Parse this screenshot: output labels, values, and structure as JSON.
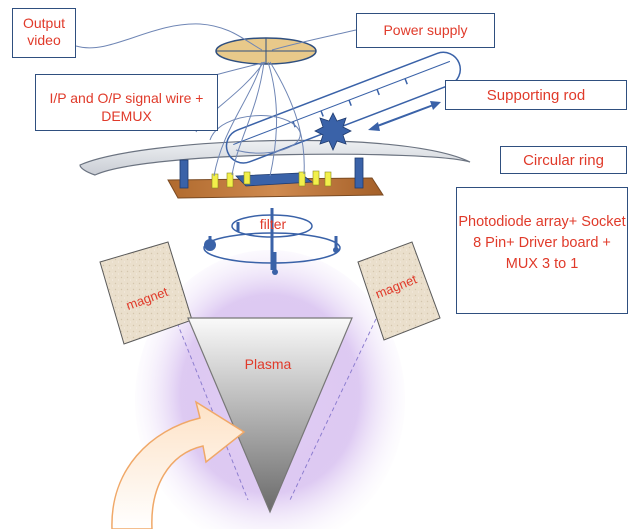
{
  "labels": {
    "output_video": "Output video",
    "power_supply": "Power supply",
    "io_signal_wire": "I/P  and O/P  signal wire + DEMUX",
    "supporting_rod": "Supporting rod",
    "circular_ring": "Circular ring",
    "photodiode": "Photodiode array+ Socket 8 Pin+ Driver board + MUX 3 to 1",
    "filter": "filter",
    "magnet_left": "magnet",
    "magnet_right": "magnet",
    "plasma": "Plasma"
  },
  "colors": {
    "label_text": "#e03a2a",
    "box_border": "#2f4f7f",
    "wire": "#6f86b5",
    "ring": "#d9dde3",
    "board": "#b9733c",
    "component_blue": "#3a62a8",
    "component_yellow": "#f2f04a",
    "power_ellipse": "#e8c98a",
    "magnet": "#e8dcc9",
    "plasma_glow": "#9c6bd1",
    "arrow": "#f8c79c"
  }
}
